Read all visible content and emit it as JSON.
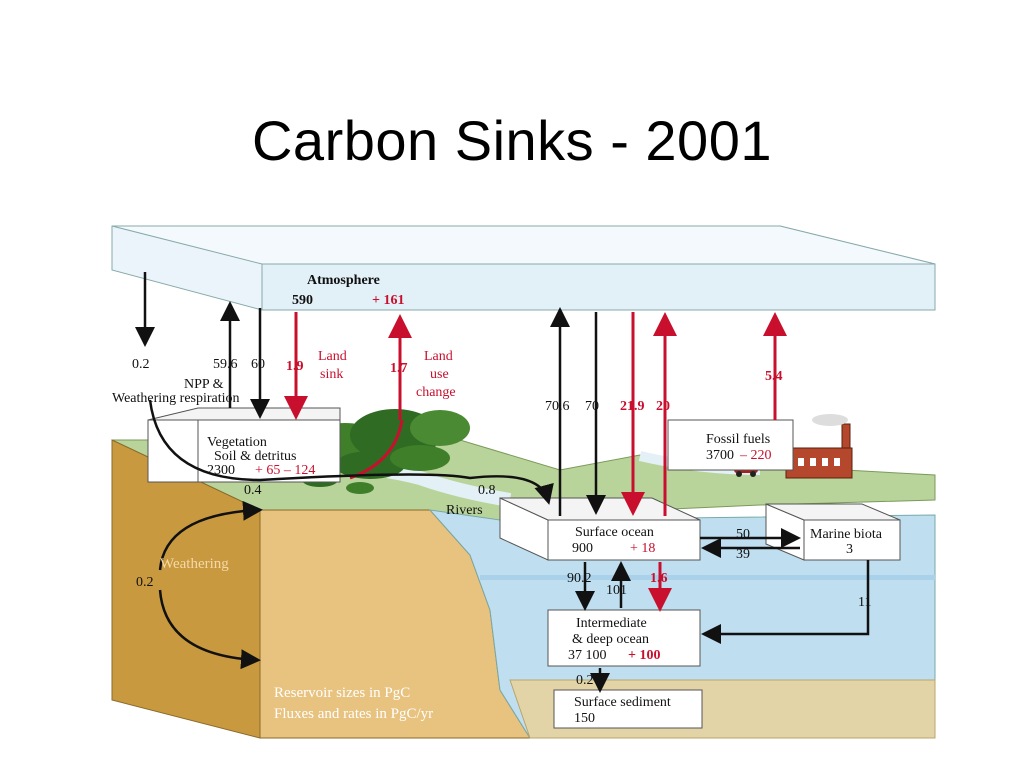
{
  "title": "Carbon Sinks - 2001",
  "colors": {
    "atmosphere": "#eaf4fa",
    "land_tan": "#e8c27f",
    "land_dark": "#c9993f",
    "grass": "#b9d49a",
    "ocean": "#bfdff0",
    "sediment": "#e3d4a8",
    "red_flux": "#c8102e",
    "black_flux": "#111111"
  },
  "reservoirs": {
    "atmosphere": {
      "name": "Atmosphere",
      "size": "590",
      "change": "+ 161"
    },
    "vegetation": {
      "line1": "Vegetation",
      "line2": "Soil & detritus",
      "size": "2300",
      "change": "+ 65 – 124"
    },
    "fossil": {
      "name": "Fossil fuels",
      "size": "3700",
      "change": "– 220"
    },
    "surface_ocean": {
      "name": "Surface ocean",
      "size": "900",
      "change": "+ 18"
    },
    "marine_biota": {
      "name": "Marine biota",
      "size": "3"
    },
    "deep_ocean": {
      "line1": "Intermediate",
      "line2": "& deep ocean",
      "size": "37 100",
      "change": "+ 100"
    },
    "sediment": {
      "name": "Surface sediment",
      "size": "150"
    }
  },
  "fluxes": {
    "weathering_down": "0.2",
    "npp": "59.6",
    "respiration": "60",
    "npp_label_1": "NPP &",
    "npp_label_2": "Weathering  respiration",
    "land_sink_value": "1.9",
    "land_sink_1": "Land",
    "land_sink_2": "sink",
    "land_use_value": "1.7",
    "land_use_1": "Land",
    "land_use_2": "use",
    "land_use_3": "change",
    "ocean_up": "70.6",
    "ocean_down": "70",
    "ocean_red_down": "21.9",
    "ocean_red_up": "20",
    "fossil_emission": "5.4",
    "rivers_value": "0.8",
    "rivers_label": "Rivers",
    "small_flux": "0.4",
    "biota_to_surface": "50",
    "surface_to_biota": "39",
    "down_to_deep": "90.2",
    "up_from_deep": "101",
    "red_to_deep": "1.6",
    "biota_to_deep": "11",
    "to_sediment": "0.2",
    "weathering_loop_value": "0.2",
    "weathering_loop_label": "Weathering"
  },
  "legend": {
    "line1": "Reservoir sizes in PgC",
    "line2": "Fluxes and rates in PgC/yr"
  }
}
